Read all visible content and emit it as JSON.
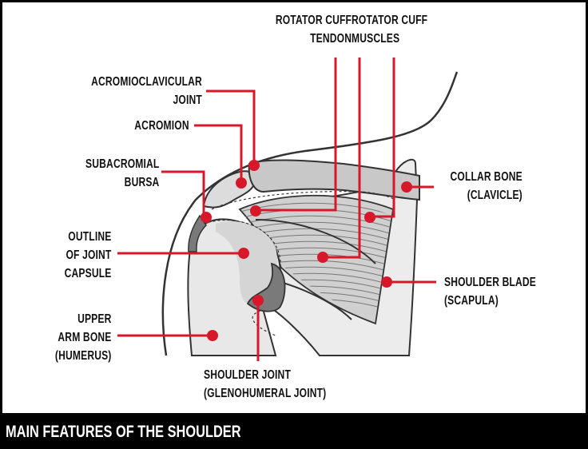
{
  "footer": {
    "title": "MAIN FEATURES OF THE SHOULDER"
  },
  "colors": {
    "accent_red": "#d7182a",
    "outline": "#333333",
    "bone_light": "#e8e8e8",
    "bone_mid": "#cfcfcf",
    "cartilage_dark": "#777777",
    "background": "#ffffff",
    "frame": "#000000"
  },
  "labels": {
    "rotator_cuff_tendon": [
      "ROTATOR CUFF",
      "TENDON"
    ],
    "rotator_cuff_muscles": [
      "ROTATOR CUFF",
      "MUSCLES"
    ],
    "acromioclavicular_joint": [
      "ACROMIOCLAVICULAR",
      "JOINT"
    ],
    "acromion": [
      "ACROMION"
    ],
    "subacromial_bursa": [
      "SUBACROMIAL",
      "BURSA"
    ],
    "outline_joint_capsule": [
      "OUTLINE",
      "OF JOINT",
      "CAPSULE"
    ],
    "upper_arm_bone": [
      "UPPER",
      "ARM BONE",
      "(HUMERUS)"
    ],
    "shoulder_joint": [
      "SHOULDER JOINT",
      "(GLENOHUMERAL JOINT)"
    ],
    "collar_bone": [
      "COLLAR BONE",
      "(CLAVICLE)"
    ],
    "shoulder_blade": [
      "SHOULDER BLADE",
      "(SCAPULA)"
    ]
  }
}
